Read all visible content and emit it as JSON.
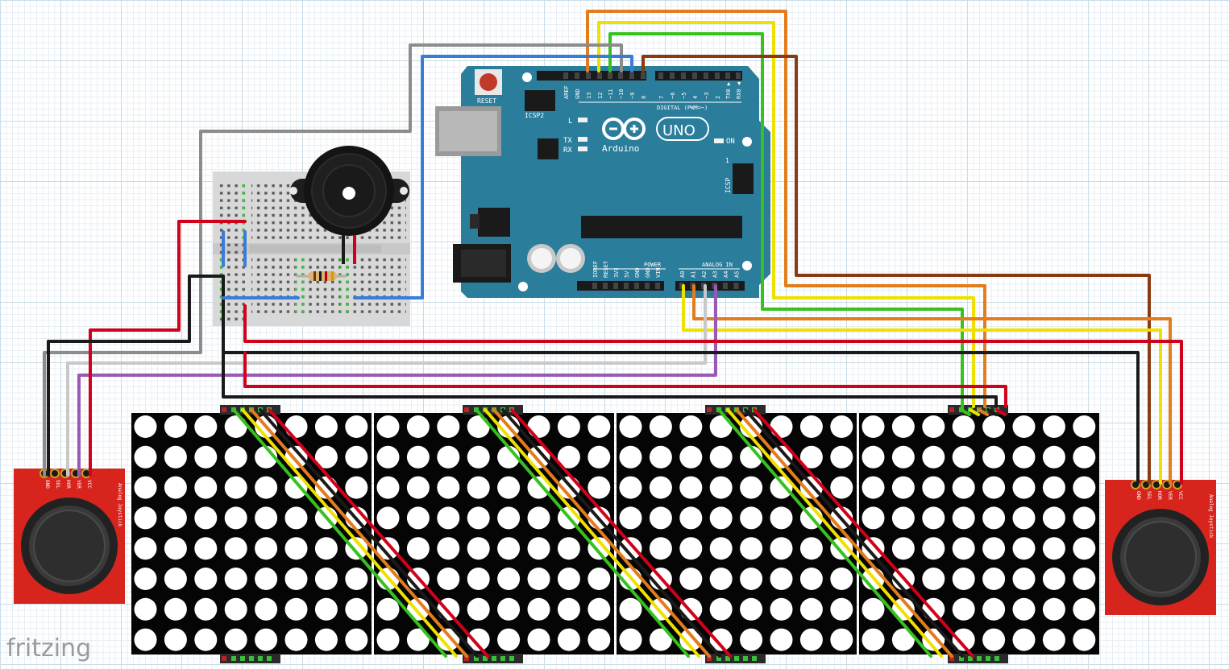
{
  "app": {
    "brand": "fritzing"
  },
  "arduino": {
    "reset_label": "RESET",
    "icsp2_label": "ICSP2",
    "icsp_label": "ICSP",
    "icsp_pin1": "1",
    "digital_header_label": "DIGITAL (PWM=~)",
    "digital_pins": [
      "AREF",
      "GND",
      "13",
      "12",
      "~11",
      "~10",
      "~9",
      "8",
      "7",
      "~6",
      "~5",
      "4",
      "~3",
      "2",
      "TX0 ▶ 1",
      "RX0 ◀ 0"
    ],
    "led_labels": {
      "l": "L",
      "tx": "TX",
      "rx": "RX",
      "on": "ON"
    },
    "uno_label": "UNO",
    "brand_label": "Arduino",
    "power_label": "POWER",
    "power_pins": [
      "IOREF",
      "RESET",
      "3V3",
      "5V",
      "GND",
      "GND",
      "VIN"
    ],
    "analog_label": "ANALOG IN",
    "analog_pins": [
      "A0",
      "A1",
      "A2",
      "A3",
      "A4",
      "A5"
    ]
  },
  "joystick": {
    "pins": [
      "GND",
      "SEL",
      "HOR",
      "VER",
      "VCC"
    ],
    "title": "Analog Joystick"
  },
  "colors": {
    "board": "#2b7d9c",
    "matrix": "#050505",
    "led": "#ffffff",
    "joystick_pcb": "#d7251e",
    "wire_red": "#d0021b",
    "wire_black": "#1a1a1a",
    "wire_gray": "#8c8c8c",
    "wire_lightgray": "#c8c8c8",
    "wire_purple": "#9b59b6",
    "wire_blue": "#3a7dd8",
    "wire_orange": "#e37c1c",
    "wire_yellow": "#f0e000",
    "wire_green": "#36c21e",
    "wire_brown": "#8b3a10"
  }
}
